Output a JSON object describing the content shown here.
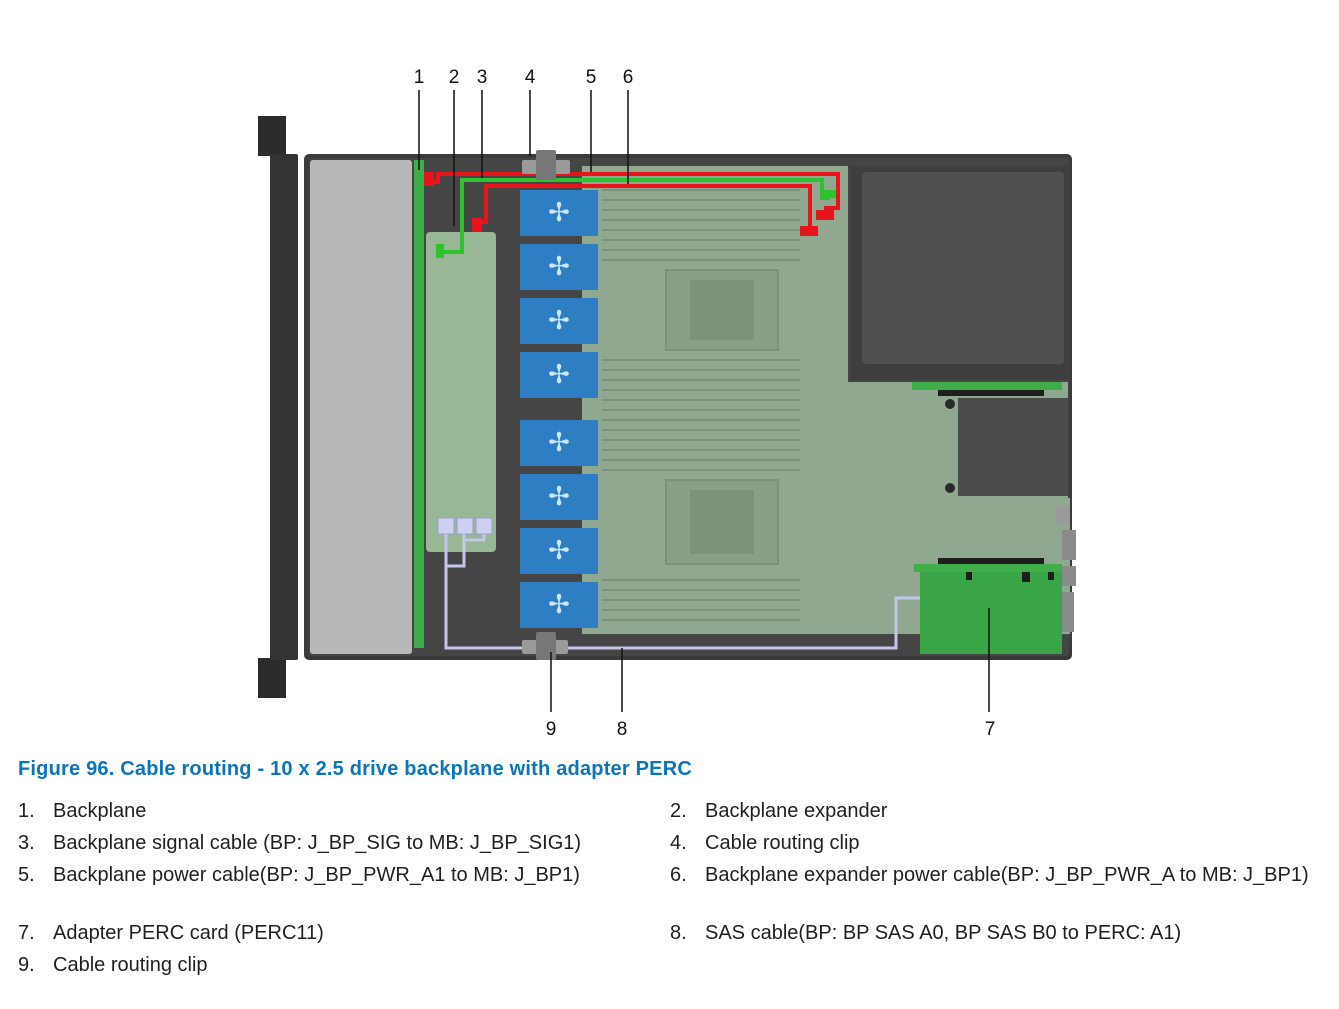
{
  "figure": {
    "caption": "Figure 96. Cable routing - 10 x 2.5 drive backplane with adapter PERC",
    "callouts": [
      "1",
      "2",
      "3",
      "4",
      "5",
      "6",
      "7",
      "8",
      "9"
    ]
  },
  "legend": [
    {
      "num": "1.",
      "text": "Backplane"
    },
    {
      "num": "2.",
      "text": "Backplane expander"
    },
    {
      "num": "3.",
      "text": "Backplane signal cable (BP: J_BP_SIG to MB: J_BP_SIG1)"
    },
    {
      "num": "4.",
      "text": "Cable routing clip"
    },
    {
      "num": "5.",
      "text": "Backplane power cable(BP: J_BP_PWR_A1 to MB: J_BP1)"
    },
    {
      "num": "6.",
      "text": "Backplane expander power cable(BP: J_BP_PWR_A to MB: J_BP1)"
    },
    {
      "num": "7.",
      "text": "Adapter PERC card (PERC11)"
    },
    {
      "num": "8.",
      "text": "SAS cable(BP: BP SAS A0, BP SAS B0 to PERC: A1)"
    },
    {
      "num": "9.",
      "text": "Cable routing clip"
    }
  ],
  "colors": {
    "chassis": "#3a3a3a",
    "board": "#8fa88f",
    "fan": "#3d88c6",
    "power_cable": "#e8141c",
    "signal_cable": "#2ec22e",
    "sas_cable": "#c4c6ea",
    "caption": "#0b74b8"
  },
  "icons": {
    "fan": "fan-icon"
  }
}
